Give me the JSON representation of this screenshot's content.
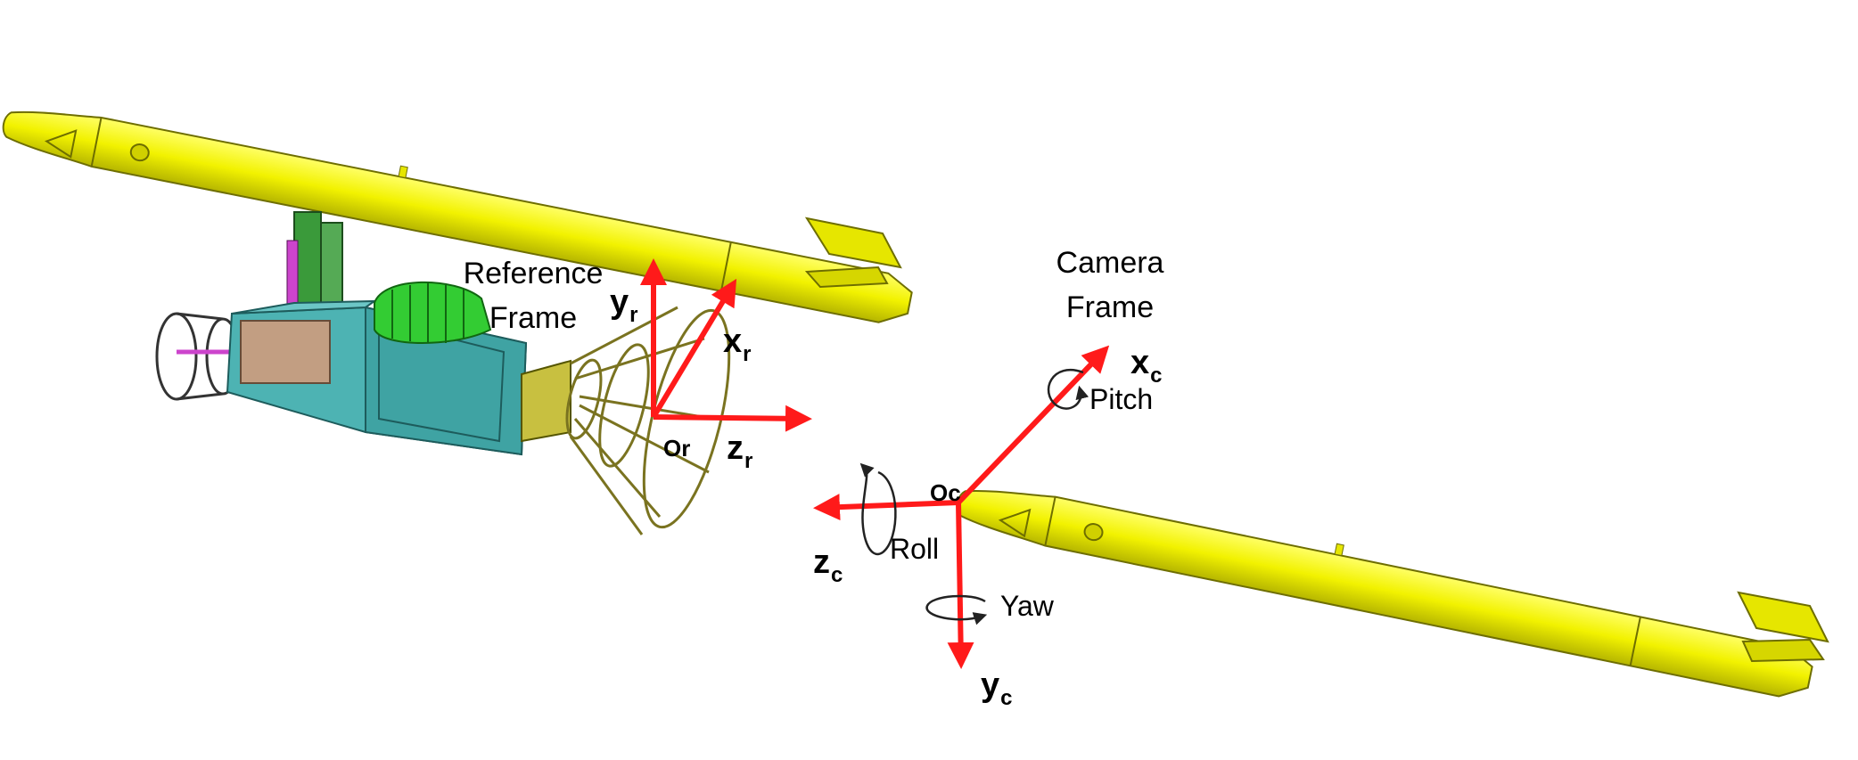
{
  "reference_frame": {
    "title_line1": "Reference",
    "title_line2": "Frame",
    "origin": "Or",
    "axes": {
      "x": {
        "base": "x",
        "sub": "r"
      },
      "y": {
        "base": "y",
        "sub": "r"
      },
      "z": {
        "base": "z",
        "sub": "r"
      }
    }
  },
  "camera_frame": {
    "title_line1": "Camera",
    "title_line2": "Frame",
    "origin": "Oc",
    "axes": {
      "x": {
        "base": "x",
        "sub": "c"
      },
      "y": {
        "base": "y",
        "sub": "c"
      },
      "z": {
        "base": "z",
        "sub": "c"
      }
    },
    "rotations": {
      "pitch": "Pitch",
      "roll": "Roll",
      "yaw": "Yaw"
    }
  },
  "colors": {
    "axis_arrow": "#ff1a1a",
    "store_body": "#ffff1f",
    "store_outline": "#6e6e00",
    "chassis": "#4db3b3",
    "nozzle": "#33cc33",
    "drogue": "#c8c040",
    "background": "#ffffff"
  }
}
